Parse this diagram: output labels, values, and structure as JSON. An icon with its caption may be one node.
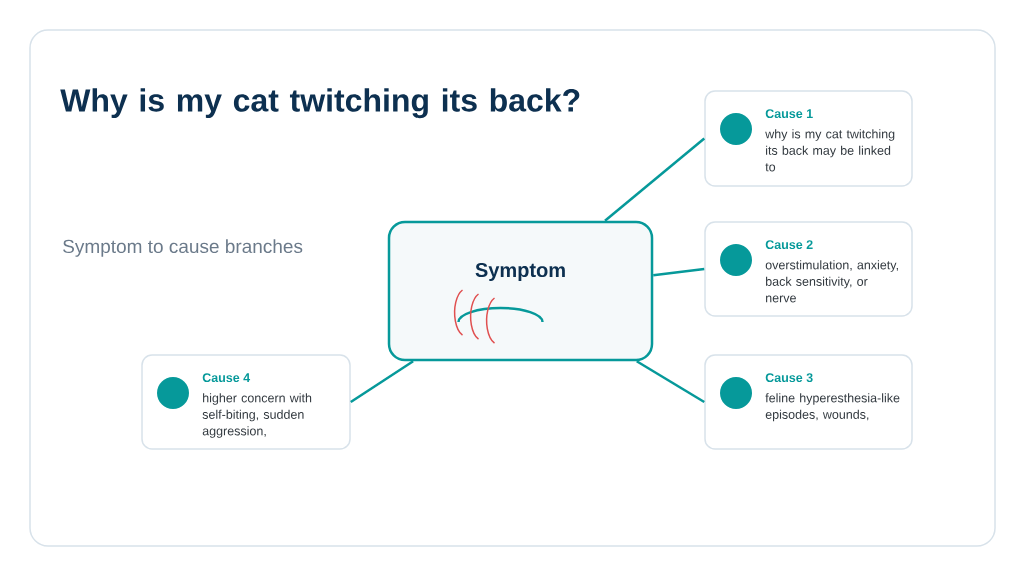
{
  "diagram": {
    "title": "Why is my cat twitching its back?",
    "nodes": [
      {
        "text": [
          "Symptom"
        ]
      },
      {
        "text": [
          "Cause 1",
          "why is my cat twitching its back may be linked to"
        ]
      },
      {
        "text": [
          "Cause 2",
          "overstimulation, anxiety, back sensitivity, or nerve"
        ]
      },
      {
        "text": [
          "Cause 3",
          "feline hyperesthesia-like episodes, wounds,"
        ]
      },
      {
        "text": [
          "Cause 4",
          "higher concern with self-biting, sudden aggression,"
        ]
      }
    ],
    "edges": [
      {
        "from": 0,
        "to": 1,
        "arrow": "none"
      },
      {
        "from": 0,
        "to": 2,
        "arrow": "none"
      },
      {
        "from": 0,
        "to": 3,
        "arrow": "none"
      },
      {
        "from": 0,
        "to": 4,
        "arrow": "none"
      }
    ],
    "labels": [
      "Symptom to cause branches"
    ]
  }
}
